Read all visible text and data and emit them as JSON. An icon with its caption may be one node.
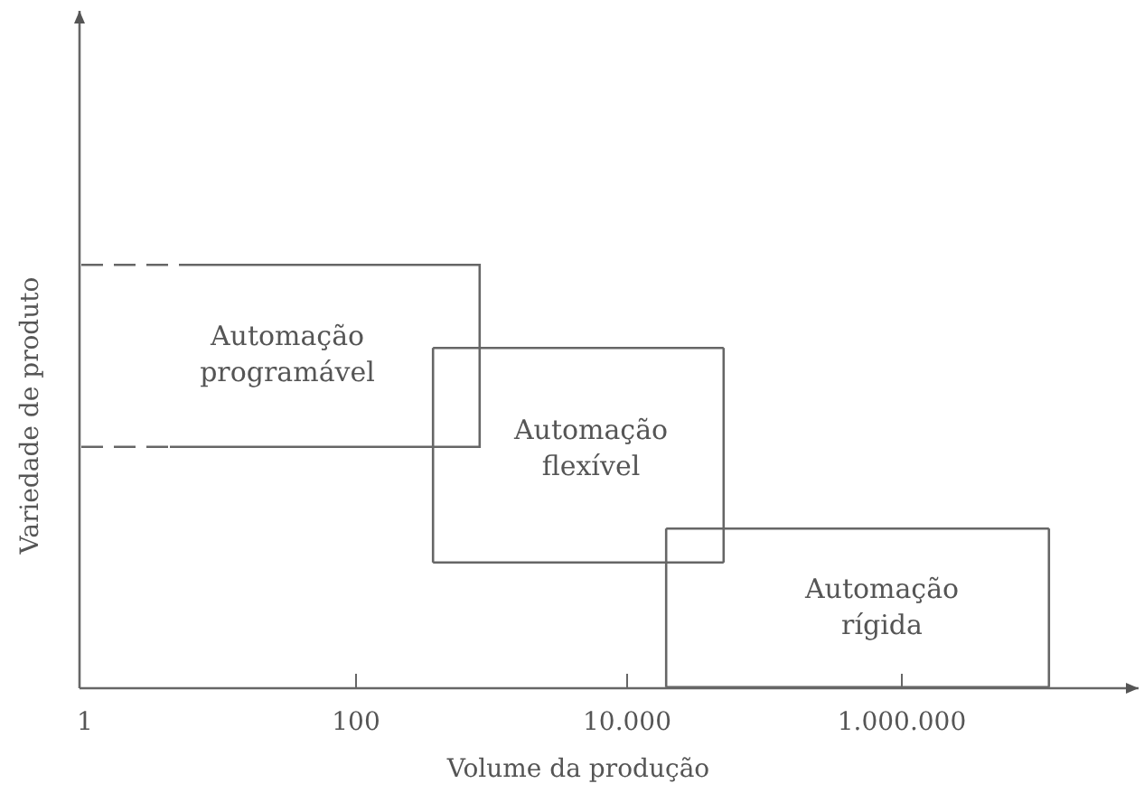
{
  "diagram": {
    "nodes": [
      {
        "text": [
          "Automação programável"
        ]
      },
      {
        "text": [
          "Automação flexível"
        ]
      },
      {
        "text": [
          "Automação rígida"
        ]
      }
    ],
    "labels": [
      "Variedade de produto",
      "1",
      "100",
      "10.000",
      "1.000.000",
      "Volume da produção"
    ]
  }
}
